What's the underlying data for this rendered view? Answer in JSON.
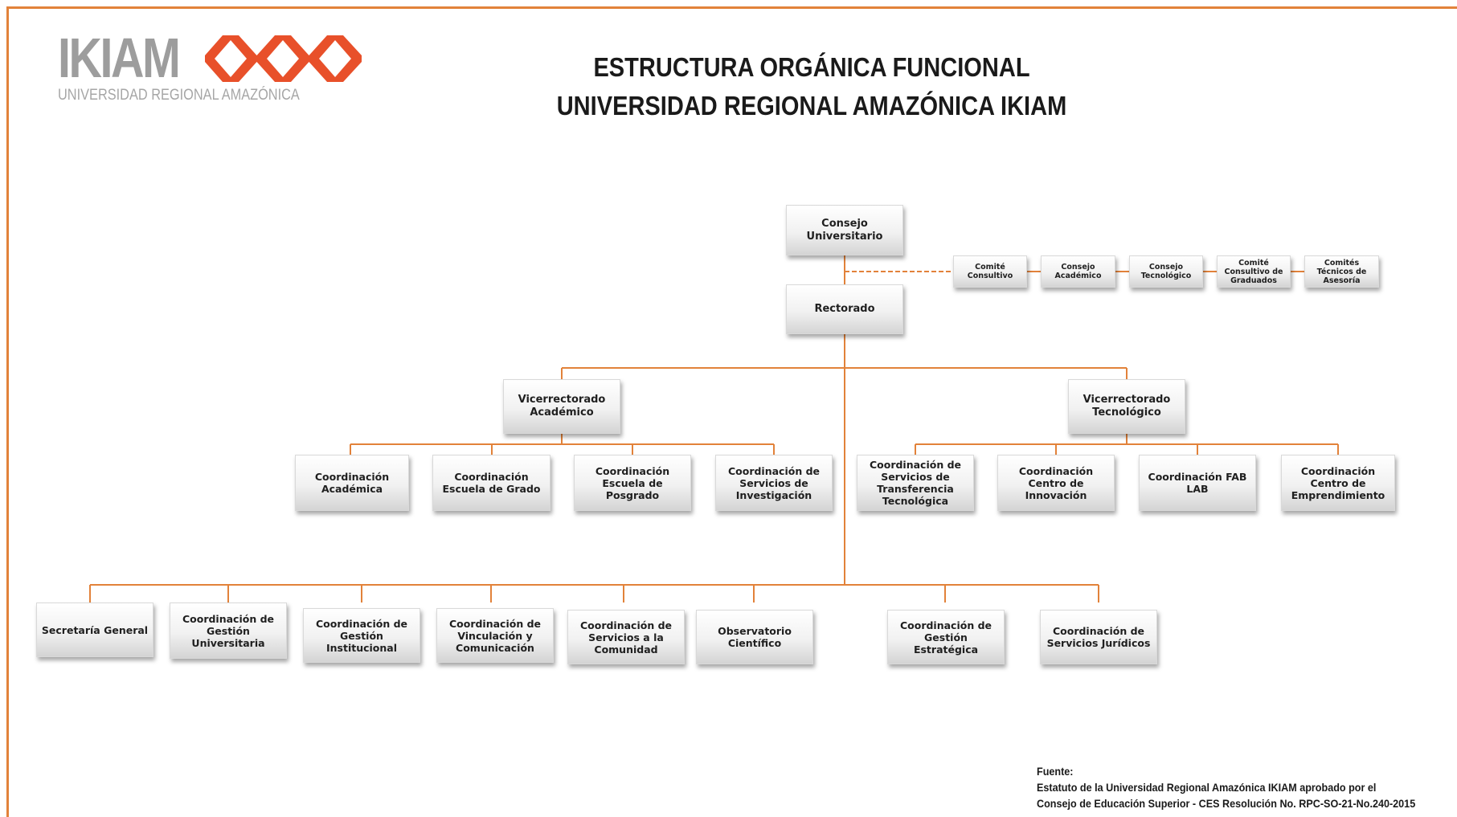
{
  "logo": {
    "name": "IKIAM",
    "subtitle": "UNIVERSIDAD REGIONAL AMAZÓNICA"
  },
  "title": {
    "line1": "ESTRUCTURA ORGÁNICA FUNCIONAL",
    "line2": "UNIVERSIDAD REGIONAL AMAZÓNICA IKIAM"
  },
  "colors": {
    "connector": "#e2823a",
    "frame": "#e2823a",
    "logo_gray": "#9d9d9d",
    "logo_accent": "#e8502a"
  },
  "org": {
    "consejo_universitario": "Consejo Universitario",
    "rectorado": "Rectorado",
    "advisory": [
      "Comité Consultivo",
      "Consejo Académico",
      "Consejo Tecnológico",
      "Comité Consultivo de Graduados",
      "Comités Técnicos de Asesoría"
    ],
    "vicerrectorado_academico": "Vicerrectorado Académico",
    "vicerrectorado_tecnologico": "Vicerrectorado Tecnológico",
    "academico_units": [
      "Coordinación Académica",
      "Coordinación Escuela de Grado",
      "Coordinación Escuela de Posgrado",
      "Coordinación de Servicios de Investigación"
    ],
    "tecnologico_units": [
      "Coordinación de Servicios de Transferencia Tecnológica",
      "Coordinación Centro de Innovación",
      "Coordinación FAB LAB",
      "Coordinación Centro de Emprendimiento"
    ],
    "rectorado_units": [
      "Secretaría General",
      "Coordinación de Gestión Universitaria",
      "Coordinación de Gestión Institucional",
      "Coordinación de Vinculación y Comunicación",
      "Coordinación de Servicios a la Comunidad",
      "Observatorio Científico",
      "Coordinación de Gestión Estratégica",
      "Coordinación de Servicios Jurídicos"
    ]
  },
  "source": {
    "label": "Fuente:",
    "line1": "Estatuto de la Universidad Regional Amazónica IKIAM  aprobado por el",
    "line2": "Consejo de Educación Superior - CES Resolución No. RPC-SO-21-No.240-2015"
  }
}
